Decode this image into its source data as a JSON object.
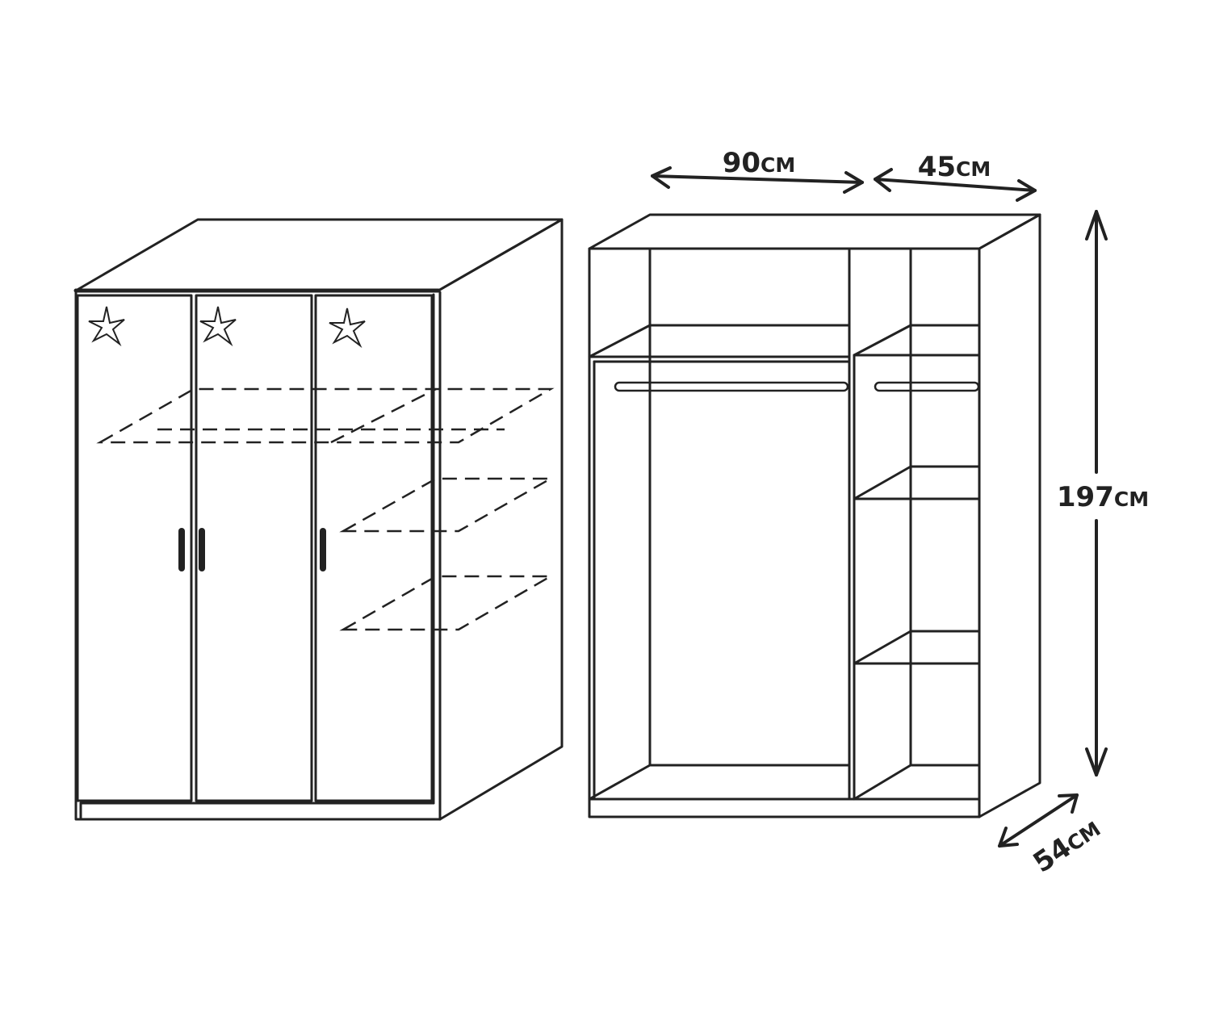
{
  "dimensions": {
    "width_left": {
      "value": "90",
      "unit": "CM"
    },
    "width_right": {
      "value": "45",
      "unit": "CM"
    },
    "height": {
      "value": "197",
      "unit": "CM"
    },
    "depth": {
      "value": "54",
      "unit": "CM"
    }
  },
  "closed_wardrobe": {
    "doors": 3,
    "handles": 3,
    "door_icons": "star-icon"
  },
  "open_wardrobe": {
    "hanging_rails": 2,
    "right_shelves": 3
  }
}
